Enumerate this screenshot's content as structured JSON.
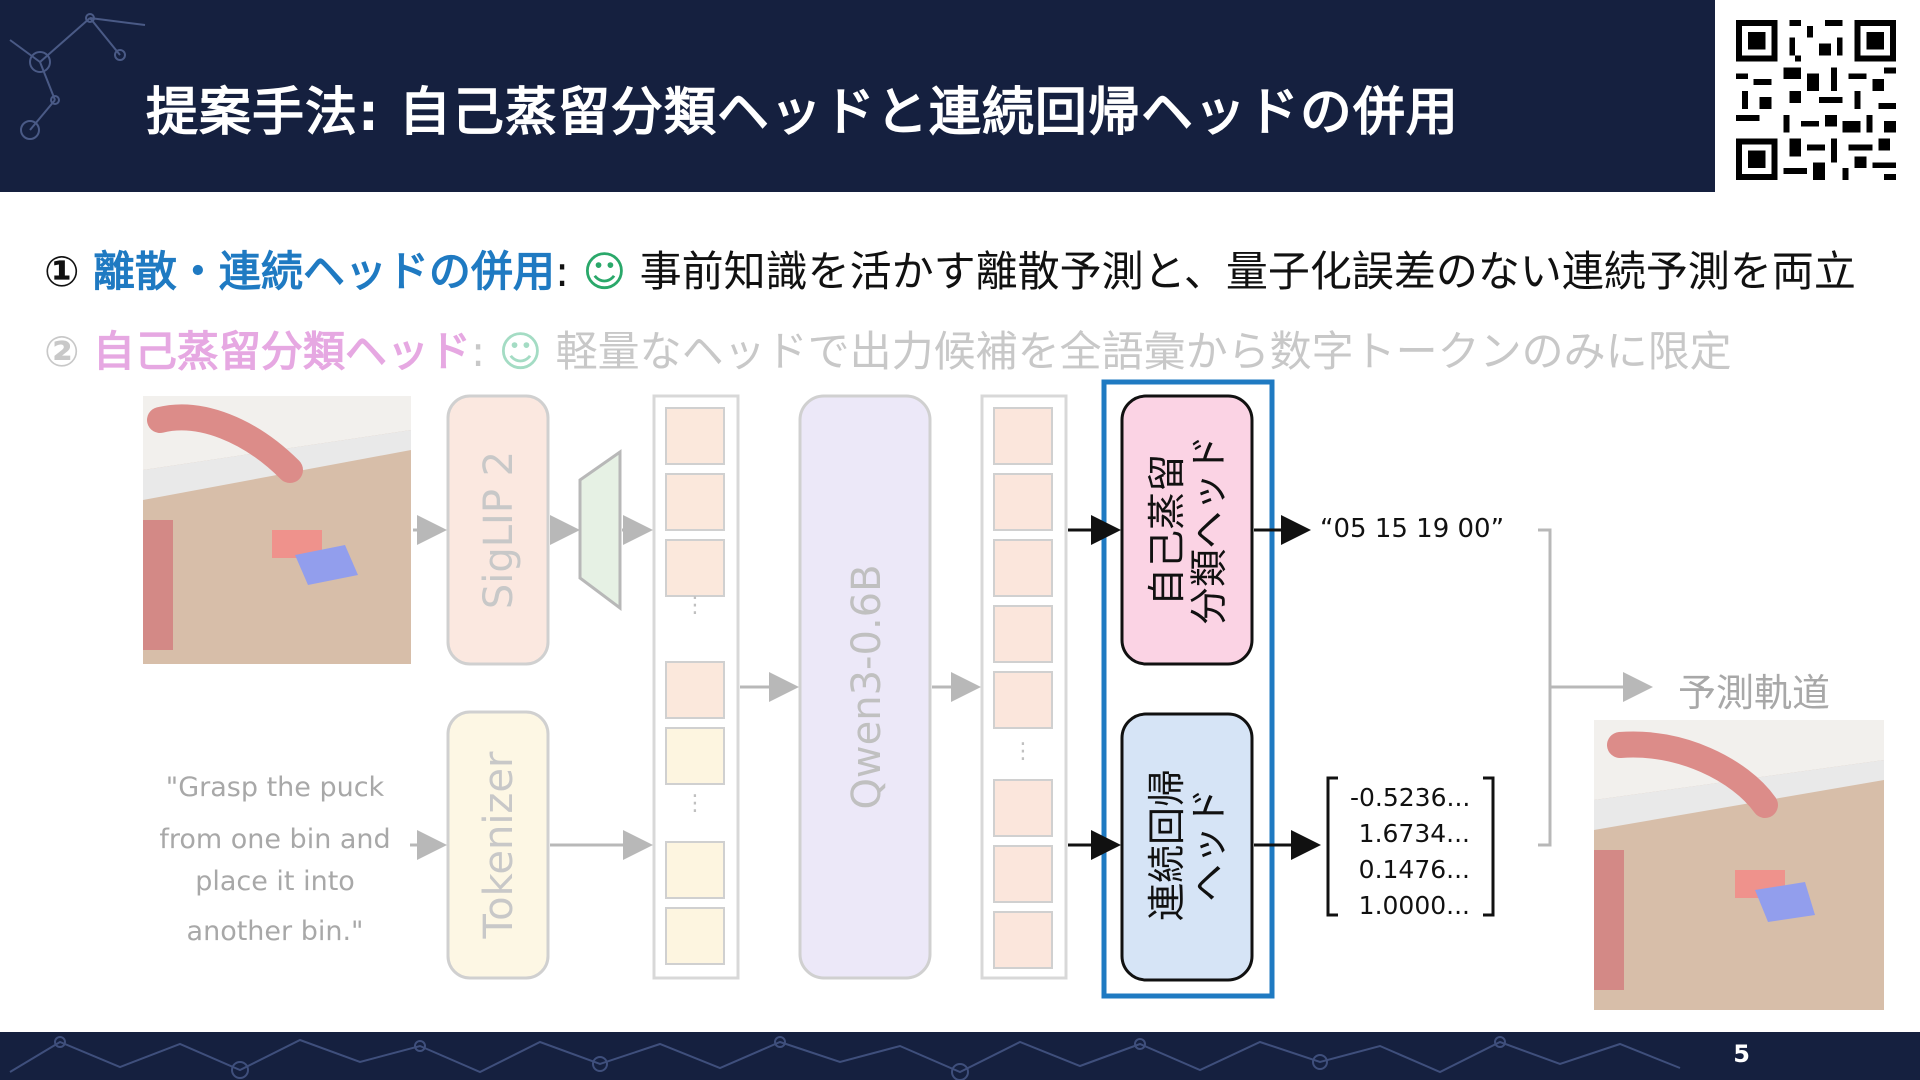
{
  "slide": {
    "title": "提案手法: 自己蒸留分類ヘッドと連続回帰ヘッドの併用",
    "page_number": "5"
  },
  "points": [
    {
      "number": "①",
      "head": "離散・連続ヘッドの併用",
      "colon": ":",
      "smile": "☺",
      "text": "事前知識を活かす離散予測と、量子化誤差のない連続予測を両立"
    },
    {
      "number": "②",
      "head": "自己蒸留分類ヘッド",
      "colon": ":",
      "smile": "☺",
      "text": "軽量なヘッドで出力候補を全語彙から数字トークンのみに限定"
    }
  ],
  "diagram": {
    "siglip_label": "SigLIP 2",
    "tokenizer_label": "Tokenizer",
    "llm_label": "Qwen3-0.6B",
    "cls_head_line1": "自己蒸留",
    "cls_head_line2": "分類ヘッド",
    "reg_head_line1": "連続回帰",
    "reg_head_line2": "ヘッド",
    "prompt_lines": [
      "\"Grasp the puck",
      "from one bin  and",
      "place it into",
      "another bin.\""
    ],
    "cls_output": "“05 15 19 00”",
    "reg_output": [
      "-0.5236...",
      "1.6734...",
      "0.1476...",
      "1.0000..."
    ],
    "prediction_label": "予測軌道"
  },
  "colors": {
    "header_bg": "#15203f",
    "accent_blue": "#1f7ac2",
    "cls_head_fill": "#fbd3e4",
    "reg_head_fill": "#d6e4f6"
  }
}
